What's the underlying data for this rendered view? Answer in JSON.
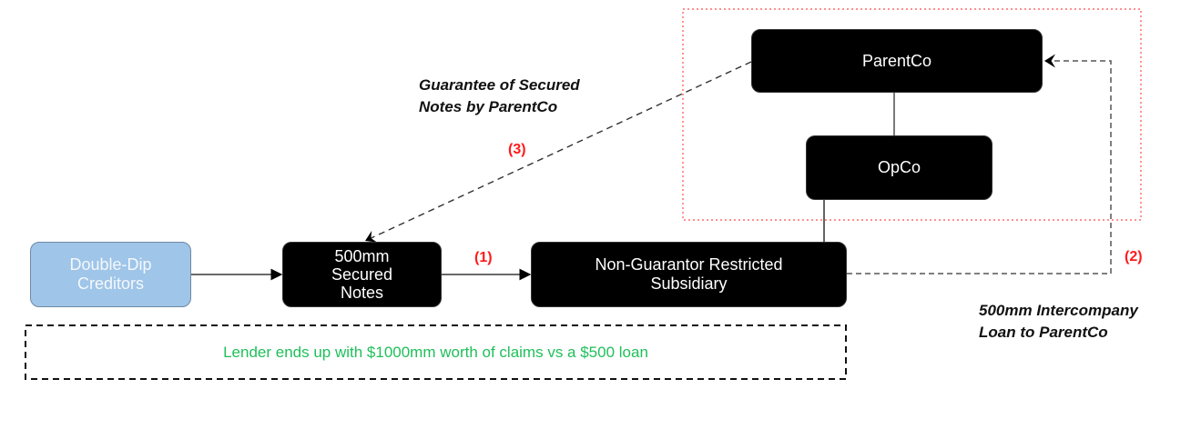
{
  "nodes": {
    "creditors": "Double-Dip Creditors",
    "secured_notes_line1": "500mm",
    "secured_notes_line2": "Secured",
    "secured_notes_line3": "Notes",
    "non_guarantor_line1": "Non-Guarantor Restricted",
    "non_guarantor_line2": "Subsidiary",
    "parentco": "ParentCo",
    "opco": "OpCo"
  },
  "labels": {
    "guarantee_line1": "Guarantee of Secured",
    "guarantee_line2": "Notes by ParentCo",
    "loan_line1": "500mm Intercompany",
    "loan_line2": "Loan to ParentCo"
  },
  "steps": {
    "step1": "(1)",
    "step2": "(2)",
    "step3": "(3)"
  },
  "note": "Lender ends up with $1000mm worth of claims vs a $500 loan",
  "colors": {
    "step_red": "#ff1a1a",
    "note_green": "#1fbf5a",
    "creditor_blue": "#9fc5e8",
    "group_border_red": "#ff4d4d"
  }
}
